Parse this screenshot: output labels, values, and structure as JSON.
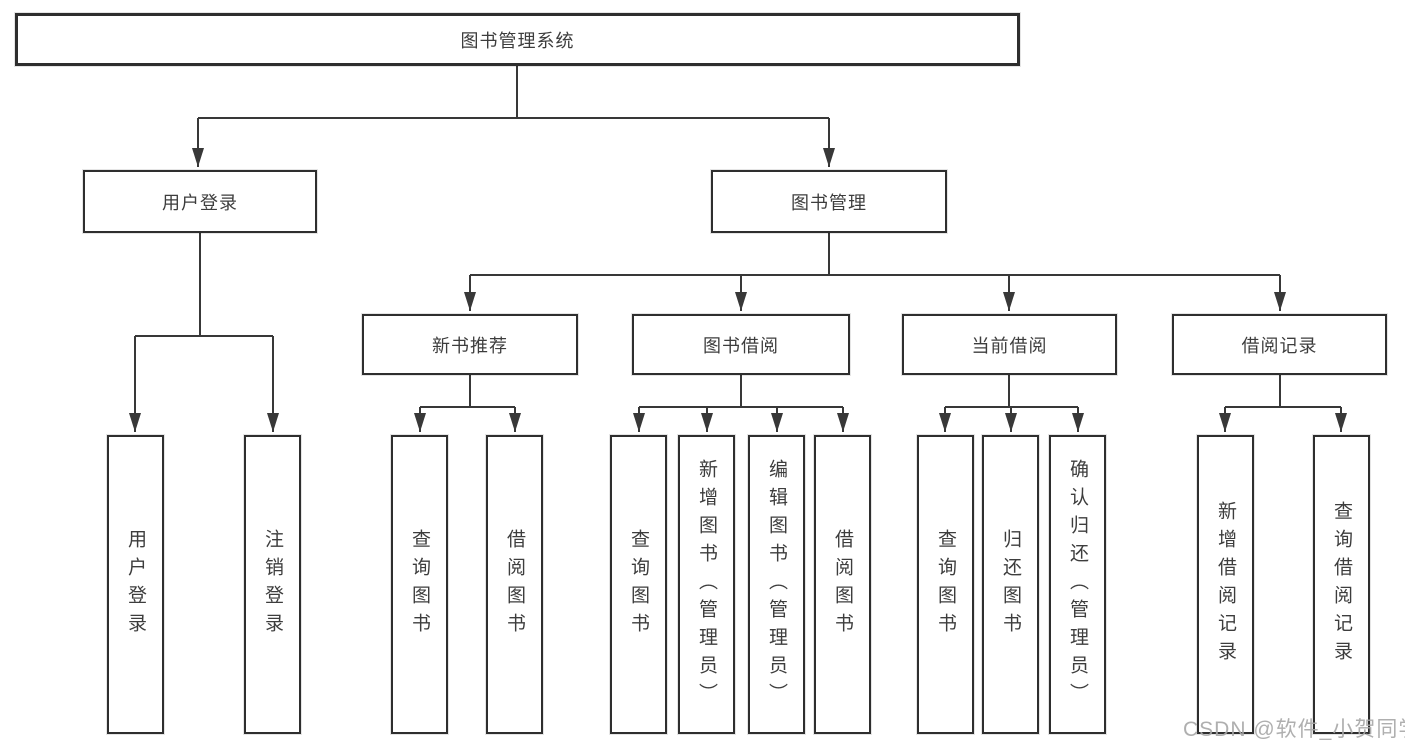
{
  "diagram": {
    "title": "图书管理系统",
    "root": "图书管理系统",
    "branches": [
      {
        "label": "用户登录",
        "children": [
          "用户登录",
          "注销登录"
        ]
      },
      {
        "label": "图书管理",
        "sections": [
          {
            "label": "新书推荐",
            "children": [
              "查询图书",
              "借阅图书"
            ]
          },
          {
            "label": "图书借阅",
            "children": [
              "查询图书",
              "新增图书（管理员）",
              "编辑图书（管理员）",
              "借阅图书"
            ]
          },
          {
            "label": "当前借阅",
            "children": [
              "查询图书",
              "归还图书",
              "确认归还（管理员）"
            ]
          },
          {
            "label": "借阅记录",
            "children": [
              "新增借阅记录",
              "查询借阅记录"
            ]
          }
        ]
      }
    ],
    "line_color": "#383838",
    "box_border_color": "#2e2e2e",
    "text_color": "#3d3d3d"
  },
  "watermark": "CSDN @软件_小贺同学"
}
